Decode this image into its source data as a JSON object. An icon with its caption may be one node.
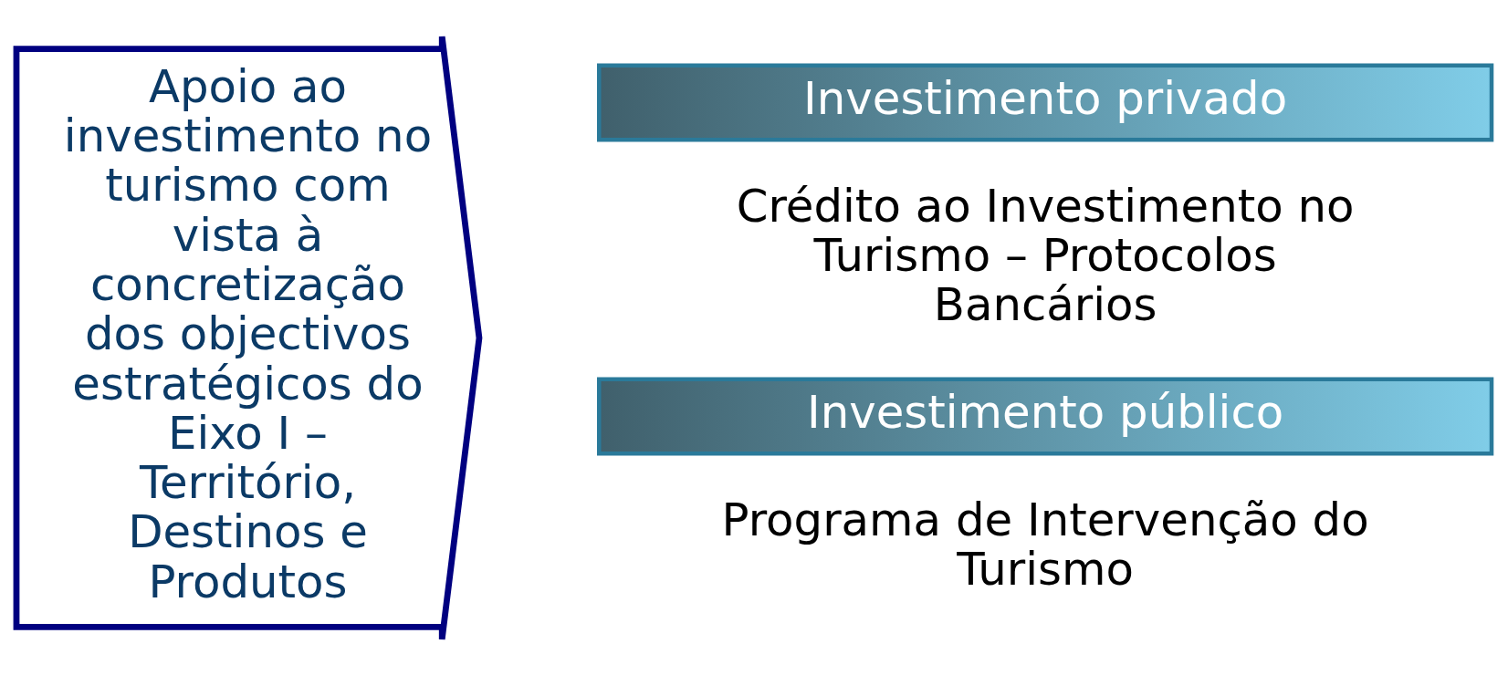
{
  "diagram": {
    "nodes": [
      {
        "text": [
          "Apoio ao investimento no turismo com vista à concretização dos objectivos estratégicos do Eixo I – Território, Destinos e Produtos"
        ]
      },
      {
        "text": [
          "Investimento privado"
        ],
        "beside": [
          "Crédito ao Investimento no Turismo – Protocolos Bancários"
        ]
      },
      {
        "text": [
          "Investimento público"
        ],
        "beside": [
          "Programa de Intervenção do Turismo"
        ]
      }
    ],
    "edges": []
  }
}
